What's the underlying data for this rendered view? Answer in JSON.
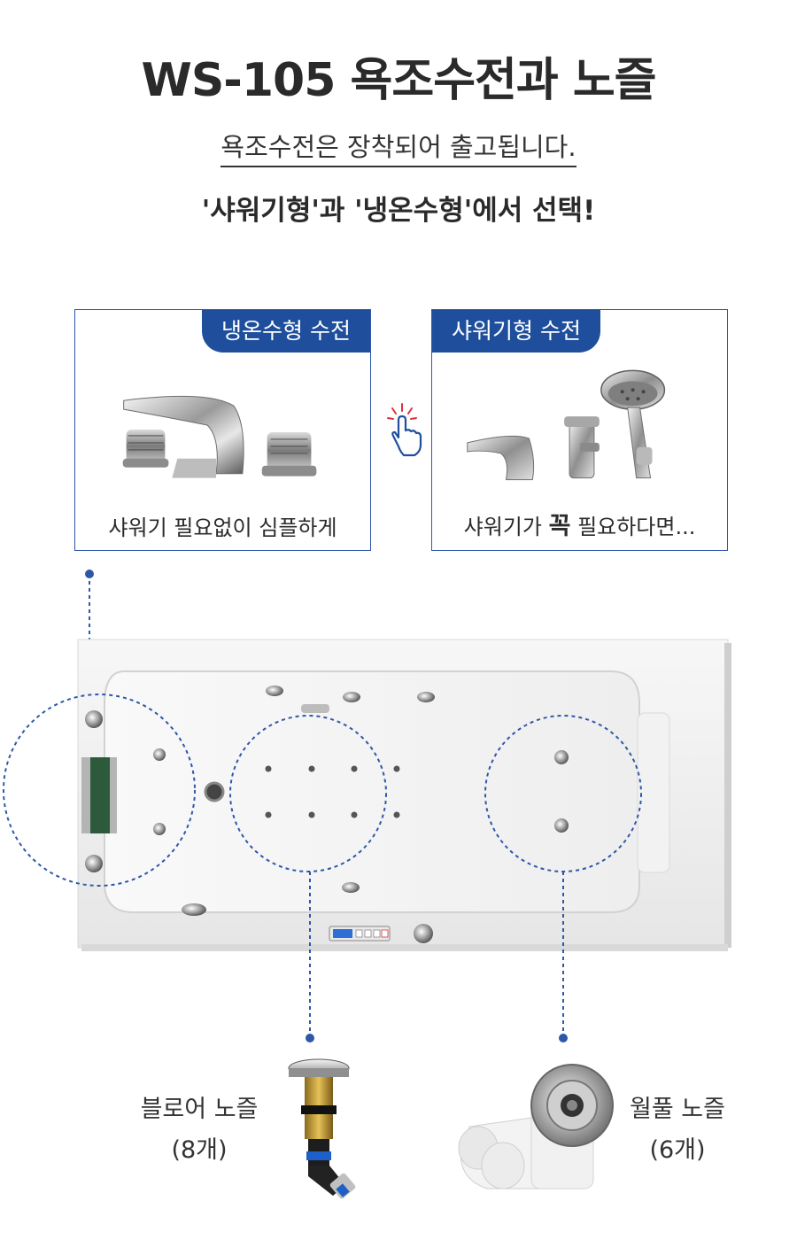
{
  "header": {
    "title": "WS-105 욕조수전과 노즐",
    "subtitle_line1": "욕조수전은 장착되어 출고됩니다.",
    "subtitle_line2": "'샤워기형'과 '냉온수형'에서 선택!"
  },
  "options": [
    {
      "tag": "냉온수형 수전",
      "caption": "샤워기 필요없이 심플하게"
    },
    {
      "tag": "샤워기형 수전",
      "caption_pre": "샤워기가 ",
      "caption_strong": "꼭",
      "caption_post": " 필요하다면..."
    }
  ],
  "pointer_icon": "hand-pointer-icon",
  "nozzles": [
    {
      "name": "블로어 노즐",
      "count": "(8개)"
    },
    {
      "name": "월풀 노즐",
      "count": "(6개)"
    }
  ],
  "colors": {
    "accent": "#1f4f9c",
    "card_border": "#2f57a8",
    "dotted_line": "#2f57a8",
    "text": "#2b2b2b"
  }
}
